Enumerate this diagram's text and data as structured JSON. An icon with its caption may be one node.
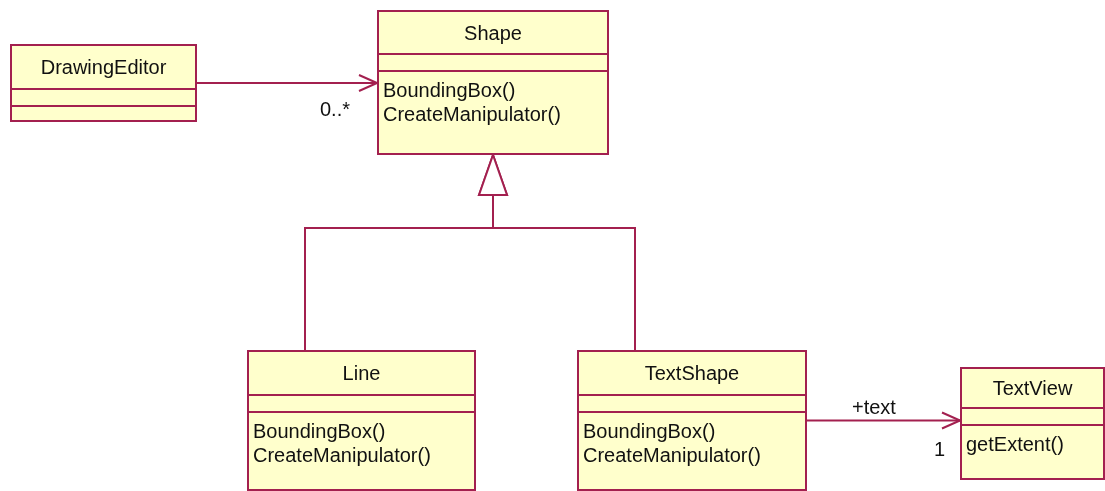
{
  "diagram": {
    "nodes": [
      {
        "text": [
          "DrawingEditor"
        ]
      },
      {
        "text": [
          "Shape",
          "BoundingBox()",
          "CreateManipulator()"
        ]
      },
      {
        "text": [
          "Line",
          "BoundingBox()",
          "CreateManipulator()"
        ]
      },
      {
        "text": [
          "TextShape",
          "BoundingBox()",
          "CreateManipulator()"
        ]
      },
      {
        "text": [
          "TextView",
          "getExtent()"
        ]
      }
    ],
    "edges": [
      {
        "from": 0,
        "to": 1,
        "arrow": "to"
      },
      {
        "from": 2,
        "to": 1,
        "arrow": "to"
      },
      {
        "from": 3,
        "to": 1,
        "arrow": "to"
      },
      {
        "from": 3,
        "to": 4,
        "arrow": "to",
        "label": "+text"
      }
    ],
    "labels": [
      "0..*",
      "1"
    ]
  }
}
